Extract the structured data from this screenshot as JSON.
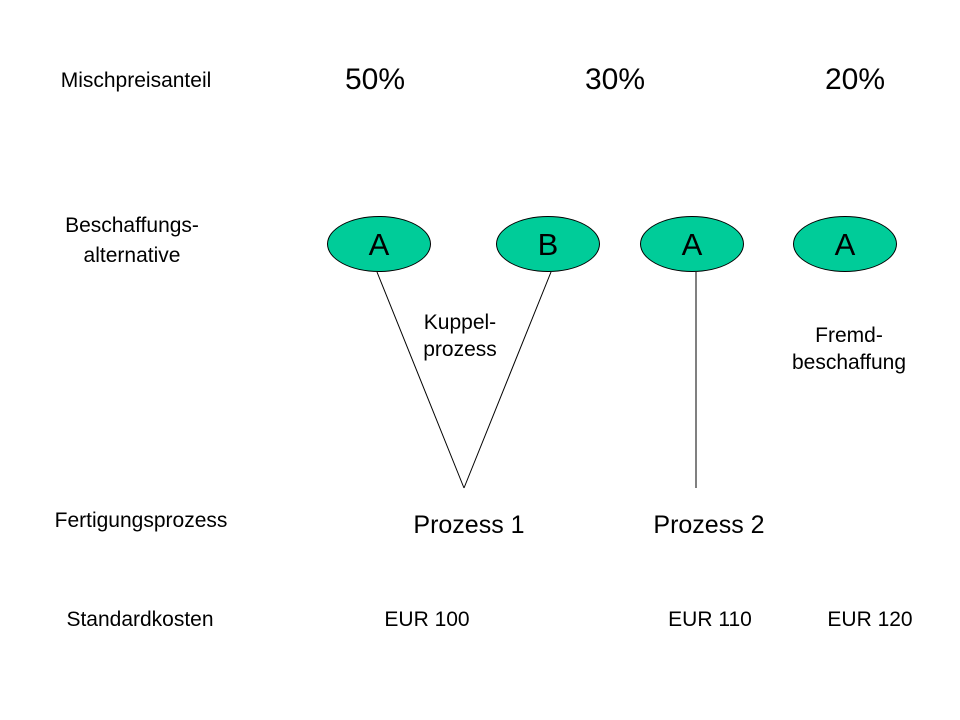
{
  "rows": {
    "share": "Mischpreisanteil",
    "alternative_line1": "Beschaffungs-",
    "alternative_line2": "alternative",
    "process": "Fertigungsprozess",
    "cost": "Standardkosten"
  },
  "shares": [
    "50%",
    "30%",
    "20%"
  ],
  "alternatives": [
    "A",
    "B",
    "A",
    "A"
  ],
  "notes": {
    "kuppel_line1": "Kuppel-",
    "kuppel_line2": "prozess",
    "fremd_line1": "Fremd-",
    "fremd_line2": "beschaffung"
  },
  "processes": [
    "Prozess 1",
    "Prozess 2"
  ],
  "costs": [
    "EUR 100",
    "EUR 110",
    "EUR 120"
  ],
  "colors": {
    "oval_fill": "#00cc99",
    "line": "#000000"
  }
}
